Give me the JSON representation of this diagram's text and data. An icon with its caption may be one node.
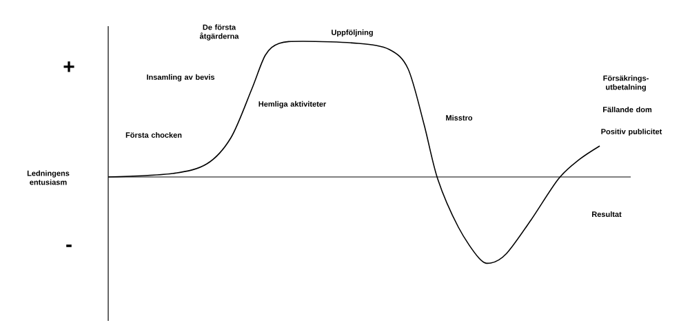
{
  "diagram": {
    "labels": [
      "De första åtgärderna",
      "Uppföljning",
      "+",
      "Insamling av bevis",
      "Hemliga aktiviteter",
      "Försäkrings-utbetalning",
      "Fällande dom",
      "Misstro",
      "Första chocken",
      "Positiv publicitet",
      "Ledningens entusiasm",
      "Resultat",
      "-"
    ]
  }
}
